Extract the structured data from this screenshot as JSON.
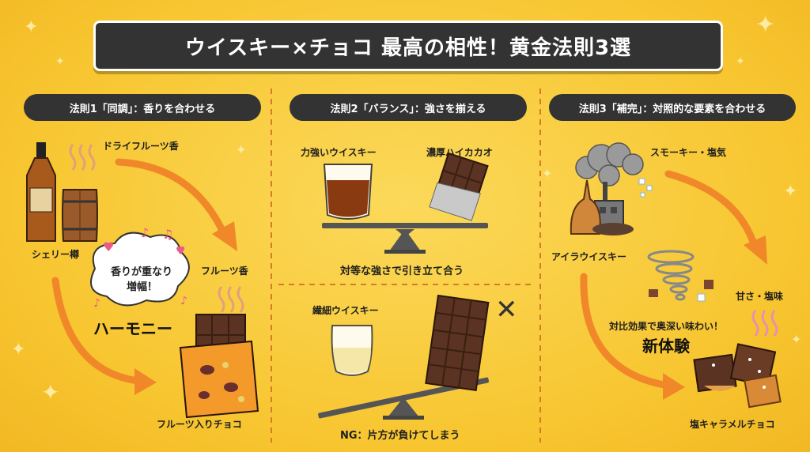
{
  "title": "ウイスキー×チョコ 最高の相性！黄金法則3選",
  "colors": {
    "background": "#f8c93a",
    "banner": "#333333",
    "arrow": "#f0882a",
    "divider": "#d9792a",
    "chocolate": "#5a3322"
  },
  "rule1": {
    "heading": "法則1「同調」：香りを合わせる",
    "dried_fruit_aroma": "ドライフルーツ香",
    "sherry_cask": "シェリー樽",
    "bubble_line1": "香りが重なり",
    "bubble_line2": "増幅！",
    "harmony": "ハーモニー",
    "fruit_aroma": "フルーツ香",
    "fruit_chocolate": "フルーツ入りチョコ"
  },
  "rule2": {
    "heading": "法則2「バランス」：強さを揃える",
    "strong_whisky": "力強いウイスキー",
    "dark_cacao": "濃厚ハイカカオ",
    "balanced_caption": "対等な強さで引き立て合う",
    "delicate_whisky": "繊細ウイスキー",
    "ng_caption": "NG：片方が負けてしまう",
    "ng_mark": "✕"
  },
  "rule3": {
    "heading": "法則3「補完」：対照的な要素を合わせる",
    "smoky_salty": "スモーキー・塩気",
    "islay_whisky": "アイラウイスキー",
    "sweet_salty": "甘さ・塩味",
    "contrast_line": "対比効果で奥深い味わい！",
    "new_experience": "新体験",
    "salted_caramel_chocolate": "塩キャラメルチョコ"
  }
}
